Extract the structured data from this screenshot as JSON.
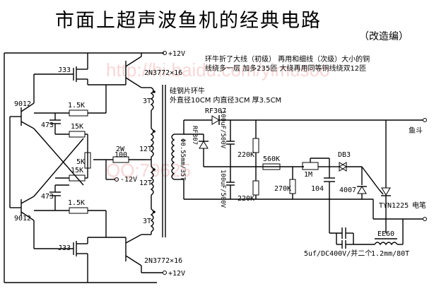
{
  "title": "市面上超声波鱼机的经典电路",
  "subtitle": "（改造编）",
  "watermark": {
    "line1": "http://hi.baidu.com/yimusoo",
    "line2": "QQ:79625"
  },
  "colors": {
    "ink": "#000000",
    "watermark": "#f3b8b8"
  },
  "labels": {
    "vcc_top": "+12V",
    "vcc_bottom": "+12V",
    "neg12": "-12V",
    "q_top": "2N3772×16",
    "q_bottom": "2N3772×16",
    "j_top": "J33",
    "j_bottom": "J33",
    "t_9012_top": "9012",
    "t_9012_bottom": "9012",
    "r_top": "1.5K",
    "r_bottom": "1.5K",
    "c_top": "473",
    "c_bottom": "473",
    "r15k_top": "15K",
    "r15k_bottom": "15K",
    "pot5k": "5K",
    "r2w": "2W",
    "r100": "100",
    "w3t_top": "3T",
    "w12t_top": "12T",
    "w12t_bottom": "12T",
    "w3t_bottom": "3T",
    "core_label": "硅钢片环牛",
    "core_dims_a": "外直径10CM 内直径3CM 厚3.5CM",
    "note_line1": "环牛折了大线（初级） 再用和细线（次级）大小的铜",
    "note_line2": "线绕多一层 加多235匝 大绕再用同等铜线绕双12匝",
    "secondary": "Φ0.55mm/35T",
    "d_rf307_a": "RF307",
    "d_rf307_b": "RF307",
    "c_100uf_a": "100uF/500V",
    "c_100uf_b": "100uF/500V",
    "r220k_a": "220K",
    "r220k_b": "220K",
    "r560k": "560K",
    "r270k": "270K",
    "pot1m": "1M",
    "c104": "104",
    "d_db3": "DB3",
    "d_4007": "4007",
    "scr": "TYN1225",
    "out_fish": "鱼斗",
    "out_pen": "电笔",
    "cap_bank": "5uf/DC400V/并二个",
    "ee60": "EE60",
    "coil": "1.2mm/80T"
  }
}
